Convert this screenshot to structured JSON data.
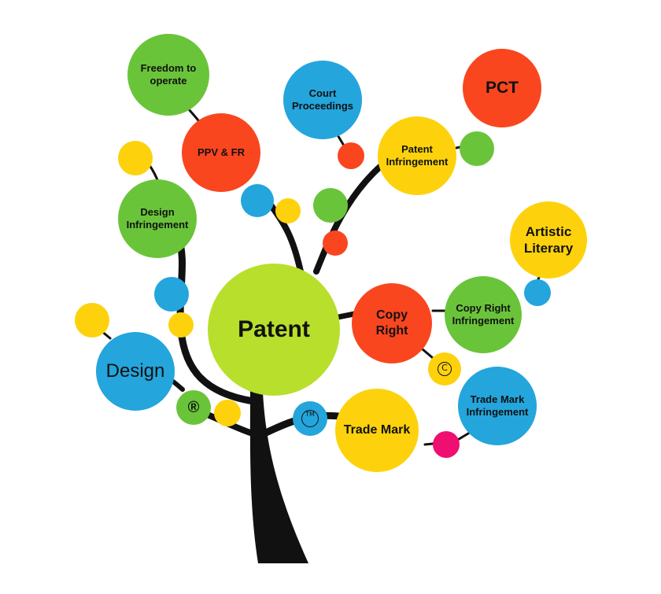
{
  "nodes": {
    "patent": "Patent",
    "freedom_to_operate": "Freedom to\noperate",
    "court_proceedings": "Court\nProceedings",
    "pct": "PCT",
    "ppv_fr": "PPV & FR",
    "patent_infringement": "Patent\nInfringement",
    "design_infringement": "Design\nInfringement",
    "artistic_literary": "Artistic\nLiterary",
    "copy_right": "Copy\n   Right",
    "copy_right_infringement": "Copy Right\nInfringement",
    "design": "Design",
    "trade_mark_infringement": "Trade Mark\nInfringement",
    "trade_mark": "Trade Mark"
  },
  "symbols": {
    "registered": "®",
    "copyright": "©",
    "trademark": "TM"
  },
  "colors": {
    "green": "#6ac43a",
    "lime": "#b8df2c",
    "orange": "#f9461f",
    "blue": "#24a5dc",
    "yellow": "#fdd20c",
    "pink": "#ee0f71",
    "trunk": "#111111"
  }
}
